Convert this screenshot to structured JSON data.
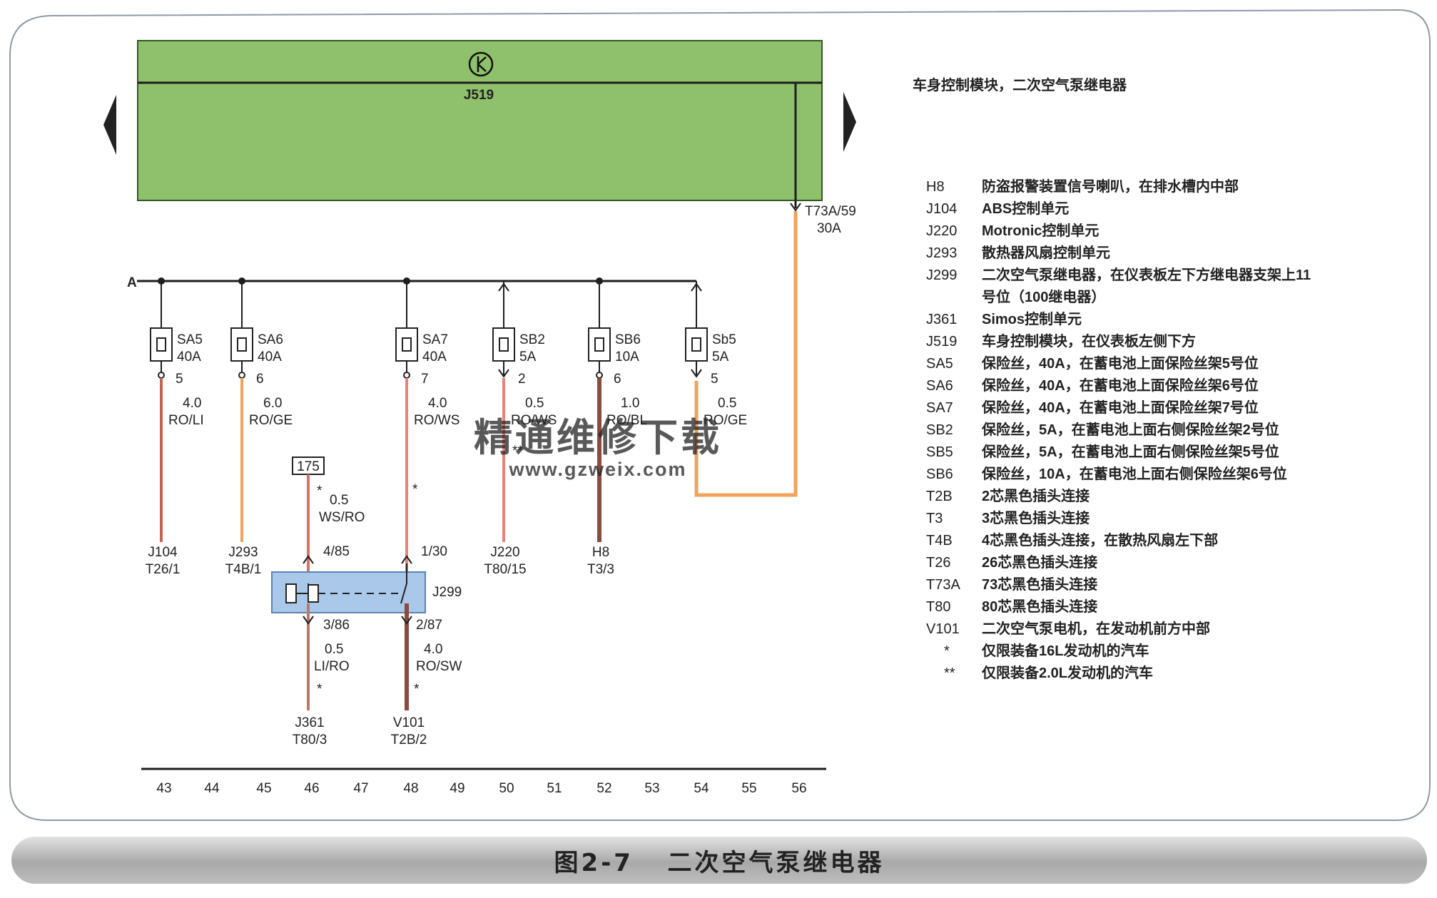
{
  "module": {
    "label": "J519",
    "output_pin": "T73A/59",
    "output_fuse": "30A"
  },
  "bus_label": "A",
  "fuses": [
    {
      "name": "SA5",
      "rating": "40A",
      "pin": "5",
      "wire_size": "4.0",
      "wire_color": "RO/LI",
      "dest": "J104",
      "dest_pin": "T26/1",
      "mark": ""
    },
    {
      "name": "SA6",
      "rating": "40A",
      "pin": "6",
      "wire_size": "6.0",
      "wire_color": "RO/GE",
      "dest": "J293",
      "dest_pin": "T4B/1",
      "mark": ""
    },
    {
      "name": "SA7",
      "rating": "40A",
      "pin": "7",
      "wire_size": "4.0",
      "wire_color": "RO/WS",
      "dest": "",
      "dest_pin": "",
      "mark": "*"
    },
    {
      "name": "SB2",
      "rating": "5A",
      "pin": "2",
      "wire_size": "0.5",
      "wire_color": "RO/WS",
      "dest": "J220",
      "dest_pin": "T80/15",
      "mark": "**"
    },
    {
      "name": "SB6",
      "rating": "10A",
      "pin": "6",
      "wire_size": "1.0",
      "wire_color": "RO/BL",
      "dest": "H8",
      "dest_pin": "T3/3",
      "mark": ""
    },
    {
      "name": "Sb5",
      "rating": "5A",
      "pin": "5",
      "wire_size": "0.5",
      "wire_color": "RO/GE",
      "dest": "",
      "dest_pin": "",
      "mark": ""
    }
  ],
  "relay": {
    "label": "J299",
    "ref_box": "175",
    "in_wire": {
      "mark": "*",
      "size": "0.5",
      "color": "WS/RO",
      "pin": "4/85"
    },
    "in_wire2_pin": "1/30",
    "out_left": {
      "pin": "3/86",
      "size": "0.5",
      "color": "LI/RO",
      "mark": "*",
      "dest": "J361",
      "dest_pin": "T80/3"
    },
    "out_right": {
      "pin": "2/87",
      "size": "4.0",
      "color": "RO/SW",
      "mark": "*",
      "dest": "V101",
      "dest_pin": "T2B/2"
    }
  },
  "columns": [
    "43",
    "44",
    "45",
    "46",
    "47",
    "48",
    "49",
    "50",
    "51",
    "52",
    "53",
    "54",
    "55",
    "56"
  ],
  "legend_title": "车身控制模块，二次空气泵继电器",
  "legend": [
    {
      "code": "H8",
      "desc": "防盗报警装置信号喇叭，在排水槽内中部"
    },
    {
      "code": "J104",
      "desc": "ABS控制单元"
    },
    {
      "code": "J220",
      "desc": "Motronic控制单元"
    },
    {
      "code": "J293",
      "desc": "散热器风扇控制单元"
    },
    {
      "code": "J299",
      "desc": "二次空气泵继电器，在仪表板左下方继电器支架上11"
    },
    {
      "code": "",
      "desc": "号位（100继电器）"
    },
    {
      "code": "J361",
      "desc": "Simos控制单元"
    },
    {
      "code": "J519",
      "desc": "车身控制模块，在仪表板左侧下方"
    },
    {
      "code": "SA5",
      "desc": "保险丝，40A，在蓄电池上面保险丝架5号位"
    },
    {
      "code": "SA6",
      "desc": "保险丝，40A，在蓄电池上面保险丝架6号位"
    },
    {
      "code": "SA7",
      "desc": "保险丝，40A，在蓄电池上面保险丝架7号位"
    },
    {
      "code": "SB2",
      "desc": "保险丝，5A，在蓄电池上面右侧保险丝架2号位"
    },
    {
      "code": "SB5",
      "desc": "保险丝，5A，在蓄电池上面右侧保险丝架5号位"
    },
    {
      "code": "SB6",
      "desc": "保险丝，10A，在蓄电池上面右侧保险丝架6号位"
    },
    {
      "code": "T2B",
      "desc": "2芯黑色插头连接"
    },
    {
      "code": "T3",
      "desc": "3芯黑色插头连接"
    },
    {
      "code": "T4B",
      "desc": "4芯黑色插头连接，在散热风扇左下部"
    },
    {
      "code": "T26",
      "desc": "26芯黑色插头连接"
    },
    {
      "code": "T73A",
      "desc": "73芯黑色插头连接"
    },
    {
      "code": "T80",
      "desc": "80芯黑色插头连接"
    },
    {
      "code": "V101",
      "desc": "二次空气泵电机，在发动机前方中部"
    },
    {
      "code": "*",
      "desc": "仅限装备16L发动机的汽车"
    },
    {
      "code": "**",
      "desc": "仅限装备2.0L发动机的汽车"
    }
  ],
  "watermark": {
    "name": "精通维修下载",
    "url": "www.gzweix.com"
  },
  "caption": "图2-7   二次空气泵继电器",
  "colors": {
    "module_fill": "#8fc06b",
    "relay_fill": "#a9c8ea",
    "wire_orange": "#f0a35c",
    "wire_red": "#c9634f",
    "wire_pink": "#e8847a",
    "wire_brown": "#8a4a3e",
    "frame": "#8e9aa8"
  }
}
